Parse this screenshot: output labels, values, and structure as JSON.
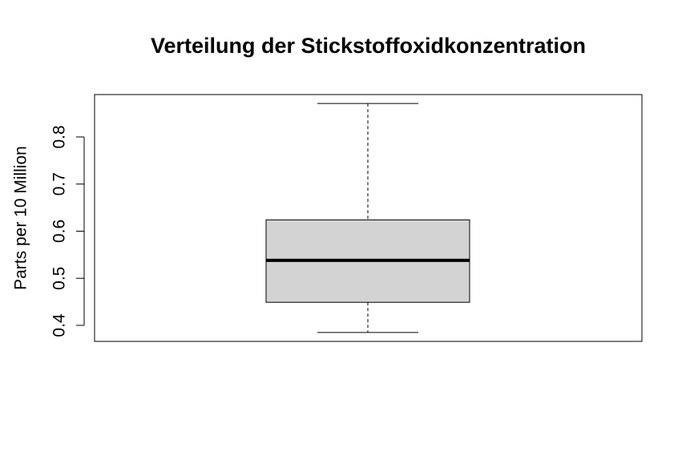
{
  "chart_data": {
    "type": "box",
    "title": "Verteilung der Stickstoffoxidkonzentration",
    "xlabel": "",
    "ylabel": "Parts per 10 Million",
    "ylim": [
      0.366,
      0.89
    ],
    "yticks": [
      0.4,
      0.5,
      0.6,
      0.7,
      0.8
    ],
    "ytick_labels": [
      "0.4",
      "0.5",
      "0.6",
      "0.7",
      "0.8"
    ],
    "grid": false,
    "box": {
      "min": 0.385,
      "q1": 0.449,
      "median": 0.538,
      "q3": 0.624,
      "max": 0.871
    },
    "colors": {
      "box_fill": "#d3d3d3",
      "stroke": "#000000"
    }
  }
}
